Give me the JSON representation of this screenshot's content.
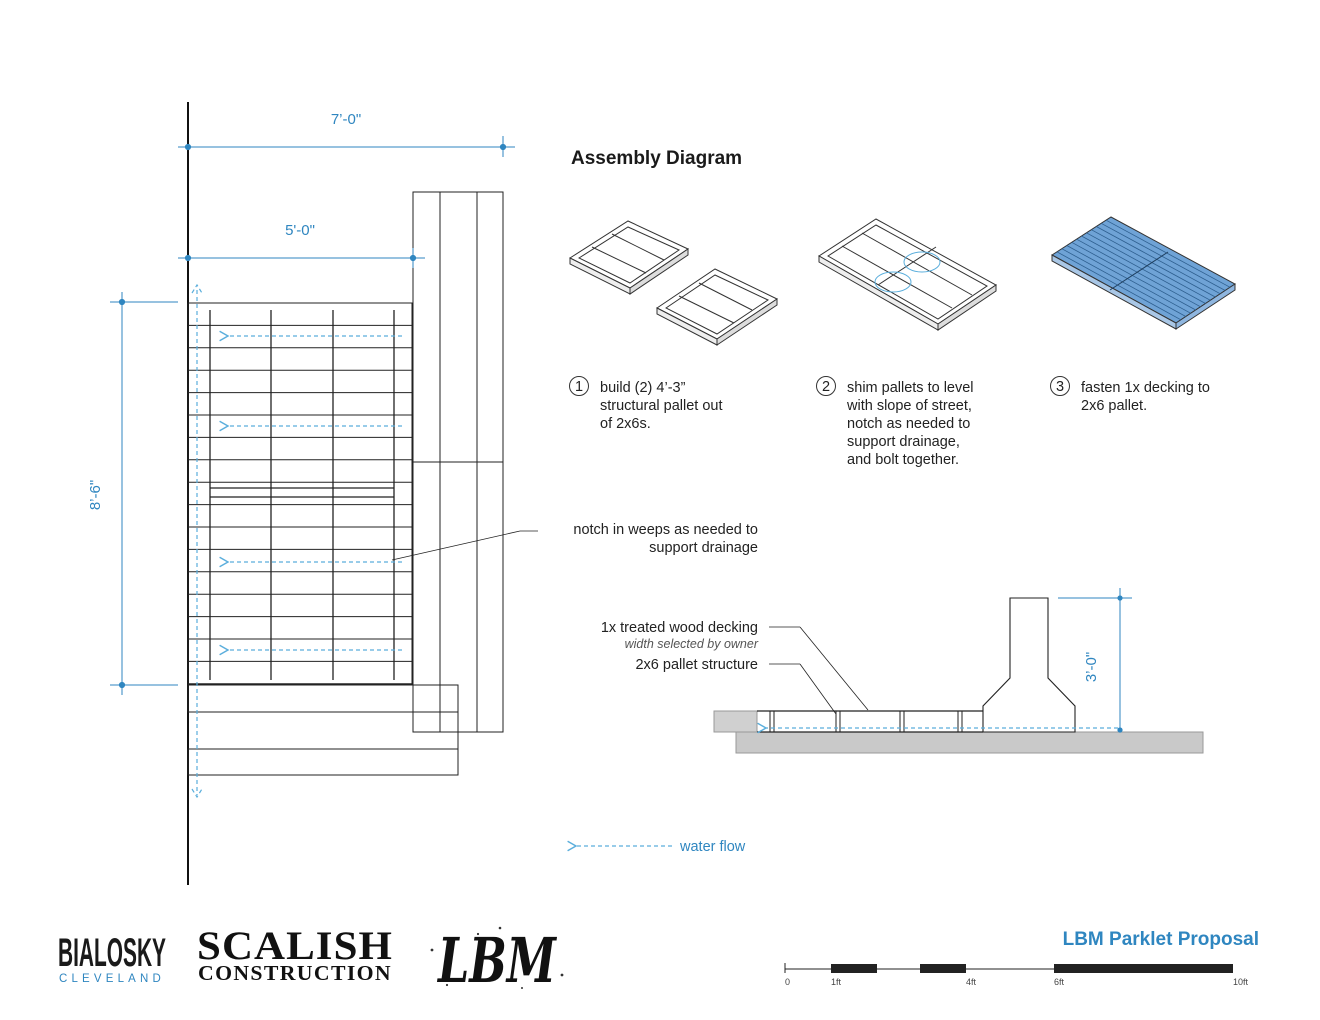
{
  "dimensions": {
    "overall_width": "7’-0\"",
    "pallet_width": "5'-0\"",
    "pallet_length": "8’-6\"",
    "barrier_height": "3’-0\""
  },
  "assembly": {
    "title": "Assembly Diagram",
    "steps": [
      {
        "number": "1",
        "lines": [
          "build (2) 4’-3”",
          "structural pallet out",
          "of 2x6s."
        ]
      },
      {
        "number": "2",
        "lines": [
          "shim pallets to level",
          "with slope of street,",
          "notch as needed to",
          "support drainage,",
          "and bolt together."
        ]
      },
      {
        "number": "3",
        "lines": [
          "fasten 1x decking to",
          "2x6 pallet."
        ]
      }
    ]
  },
  "callouts": {
    "notch_line1": "notch in weeps as needed to",
    "notch_line2": "support drainage",
    "decking": "1x treated wood decking",
    "decking_note": "width selected by owner",
    "pallet": "2x6 pallet structure"
  },
  "legend": {
    "water_flow": "water flow"
  },
  "project_title": "LBM Parklet Proposal",
  "scale_bar": {
    "labels": [
      "0",
      "1ft",
      "4ft",
      "6ft",
      "10ft"
    ]
  },
  "logos": {
    "bialosky": "BIALOSKY",
    "bialosky_sub": "CLEVELAND",
    "scalish": "SCALISH",
    "scalish_sub": "CONSTRUCTION",
    "lbm": "LBM"
  },
  "colors": {
    "accent": "#2f86c0",
    "ink": "#222222",
    "decking_blue": "#6fa3d6"
  }
}
